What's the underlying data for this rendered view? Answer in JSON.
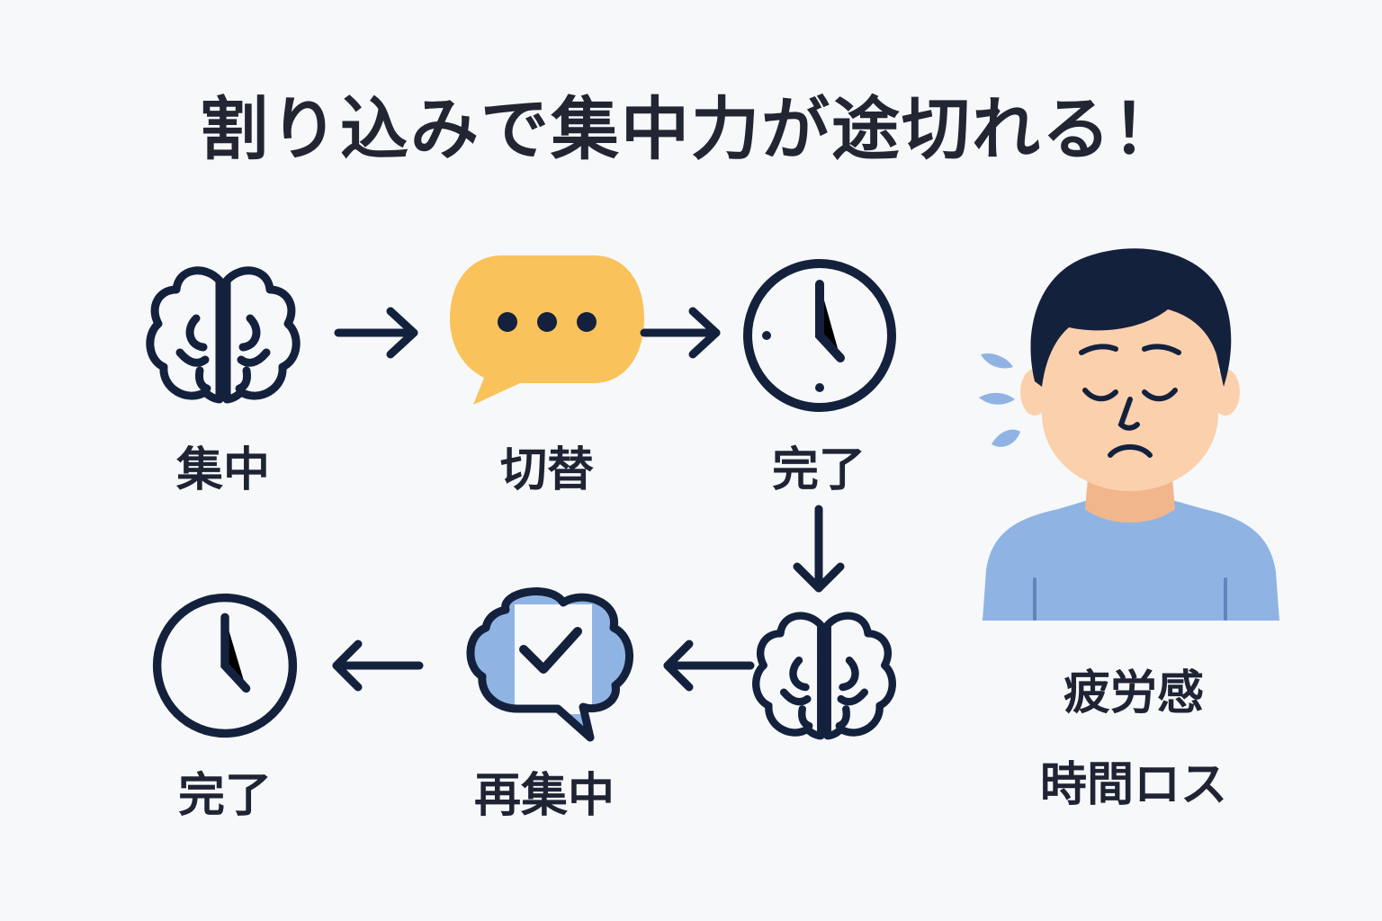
{
  "title": "割り込みで集中力が途切れる！",
  "flow": {
    "step1": {
      "label": "集中",
      "icon": "brain-icon"
    },
    "step2": {
      "label": "切替",
      "icon": "speech-bubble-icon"
    },
    "step3": {
      "label": "完了",
      "icon": "clock-icon"
    },
    "step4": {
      "icon": "brain-icon"
    },
    "step5": {
      "label": "再集中",
      "icon": "thought-check-icon"
    },
    "step6": {
      "label": "完了",
      "icon": "clock-icon"
    }
  },
  "result": {
    "icon": "tired-person-icon",
    "line1": "疲労感",
    "line2": "時間ロス"
  },
  "colors": {
    "navy": "#14213d",
    "bubble_yellow": "#f9c25a",
    "shirt_blue": "#8fb4e3",
    "skin": "#fbd0ad",
    "bg": "#f7f8fa"
  }
}
